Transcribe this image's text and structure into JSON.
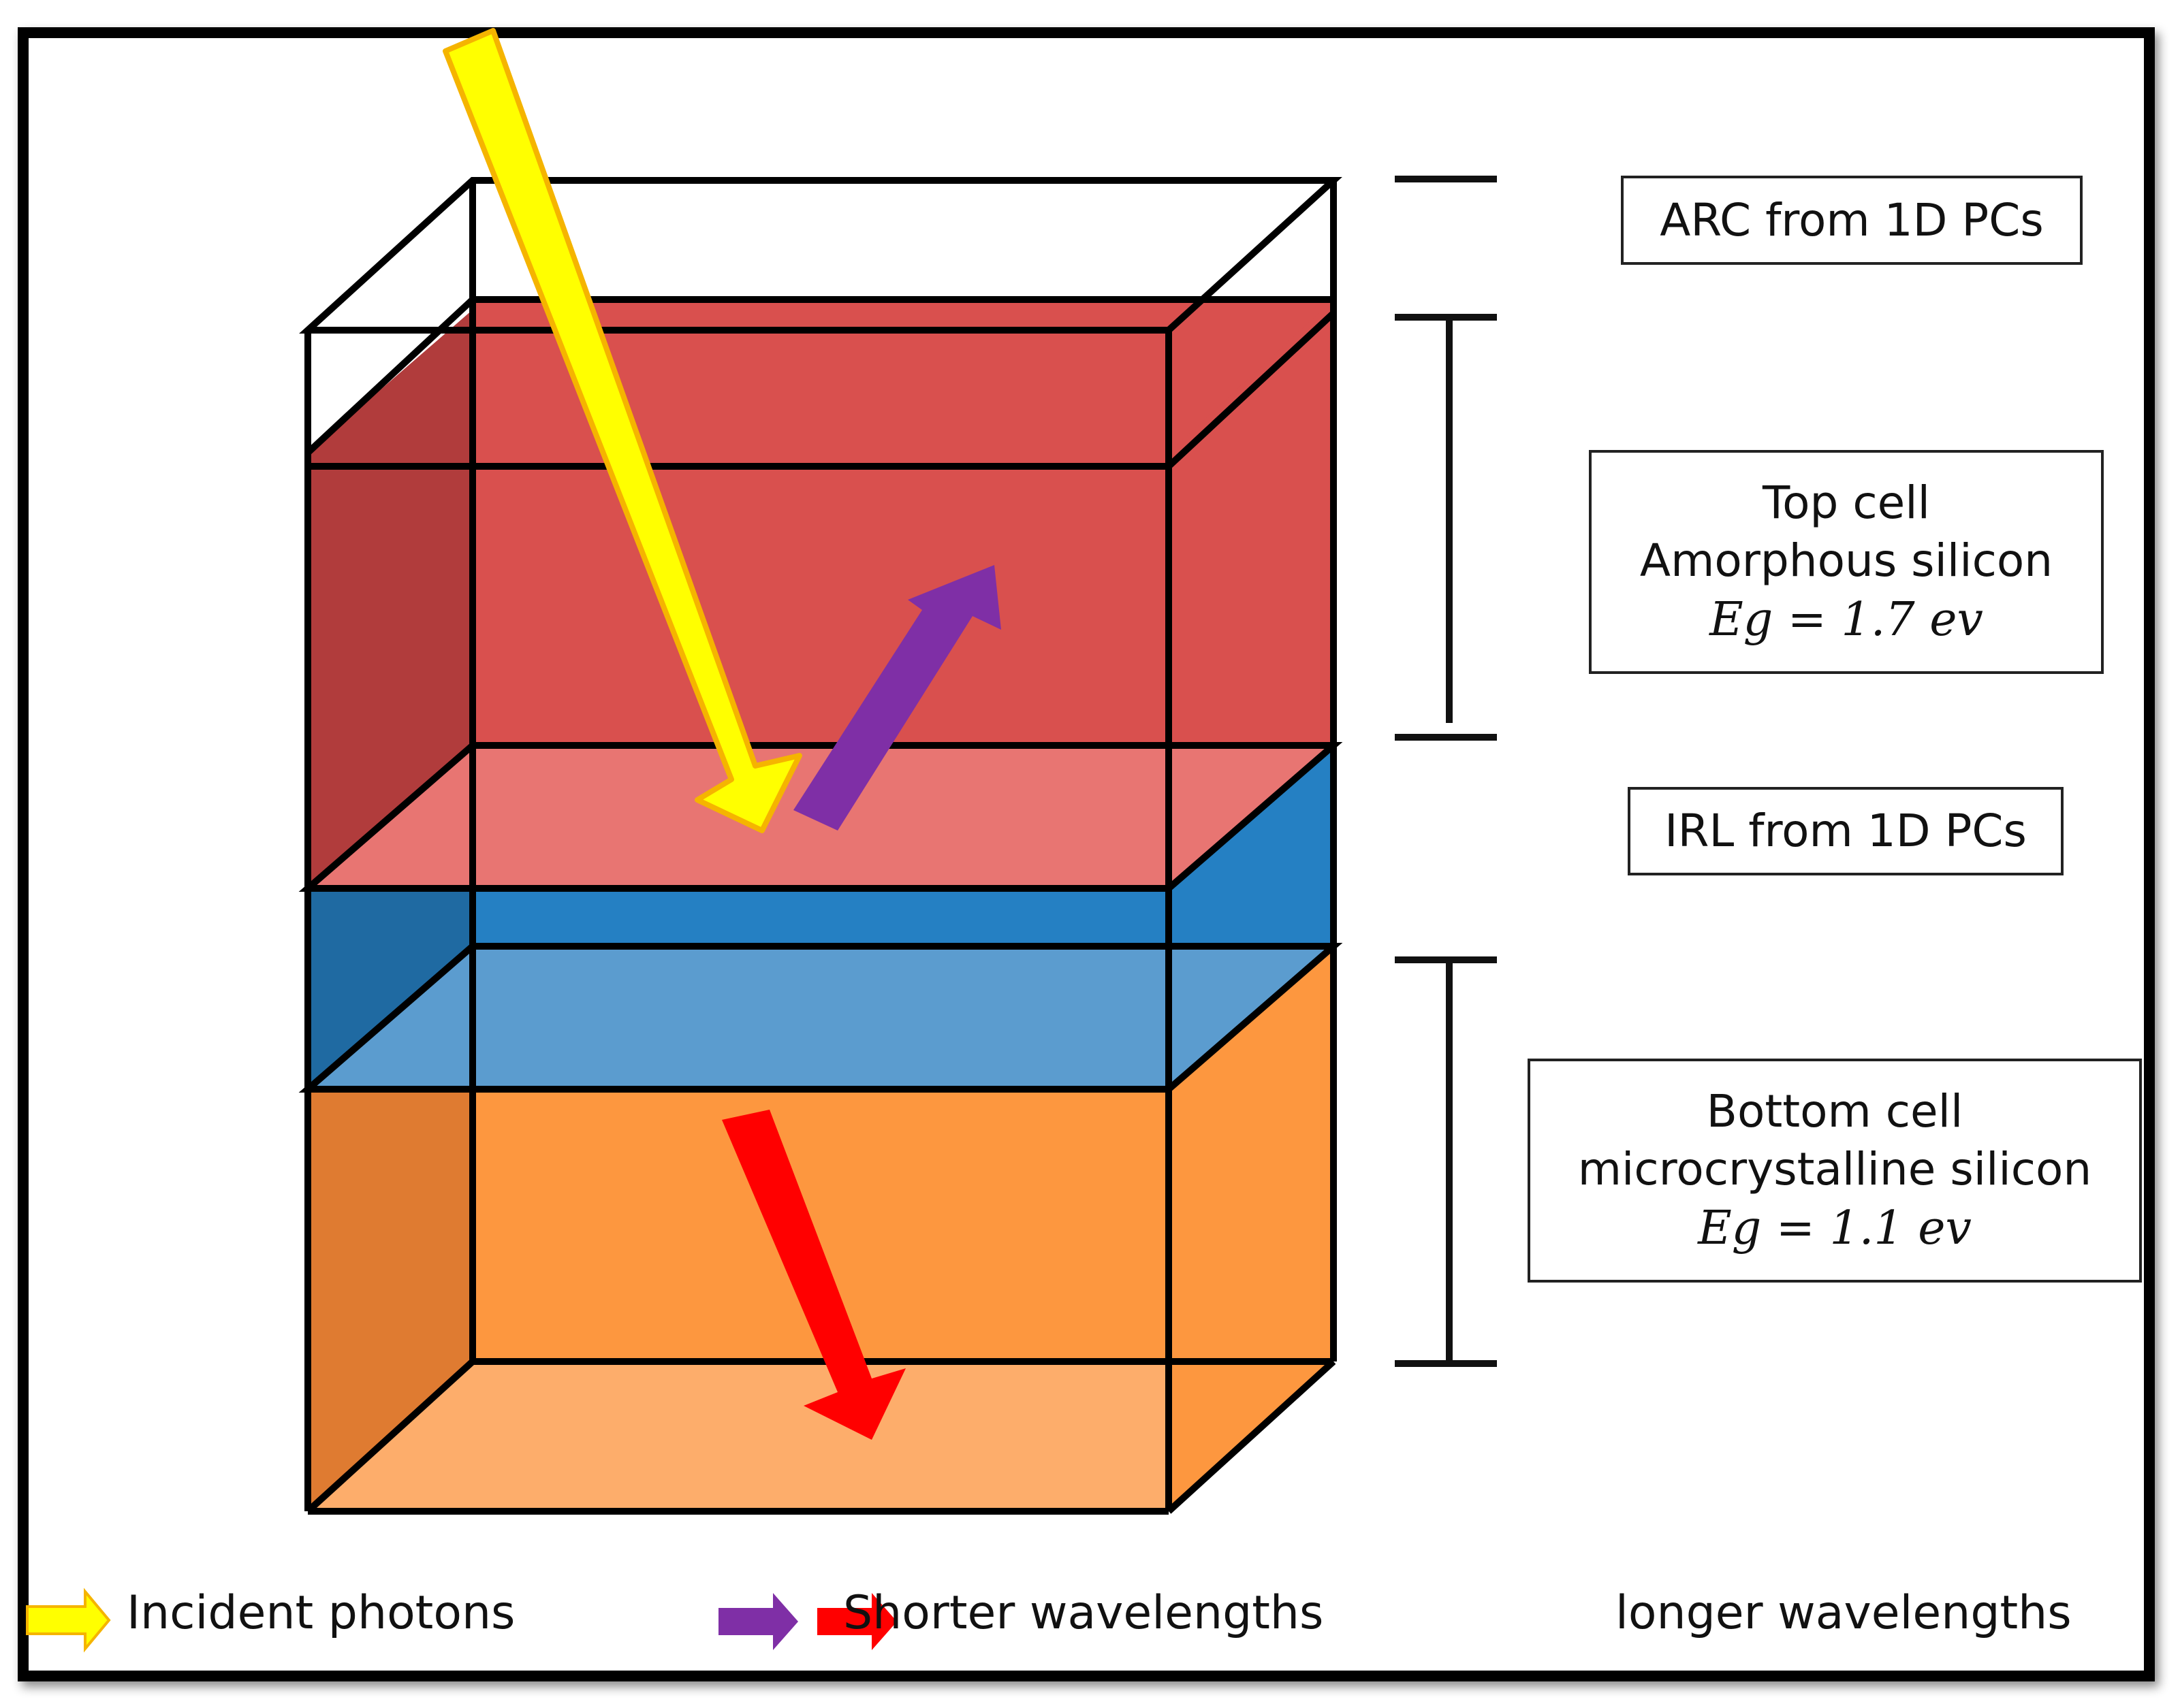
{
  "labels": {
    "arc": "ARC from 1D PCs",
    "top_cell": {
      "line1": "Top cell",
      "line2": "Amorphous silicon",
      "eg": "Eg = 1.7 ev"
    },
    "irl": "IRL from 1D PCs",
    "bottom_cell": {
      "line1": "Bottom cell",
      "line2": "microcrystalline silicon",
      "eg": "Eg = 1.1 ev"
    }
  },
  "legend": {
    "incident": "Incident photons",
    "shorter": "Shorter wavelengths",
    "longer": "longer wavelengths"
  },
  "colors": {
    "incident_arrow": "#ffff00",
    "incident_outline": "#f5b400",
    "shorter_arrow": "#7f2fa6",
    "longer_arrow": "#ff0000",
    "top_cell_front": "#d9504e",
    "top_cell_side": "#b13c3c",
    "top_cell_floor": "#e87572",
    "irl_front": "#2580c3",
    "irl_side": "#1f6aa2",
    "irl_floor": "#5b9ccf",
    "bottom_cell_front": "#fd973f",
    "bottom_cell_side": "#df7b31",
    "bottom_cell_floor": "#fdad6b"
  }
}
